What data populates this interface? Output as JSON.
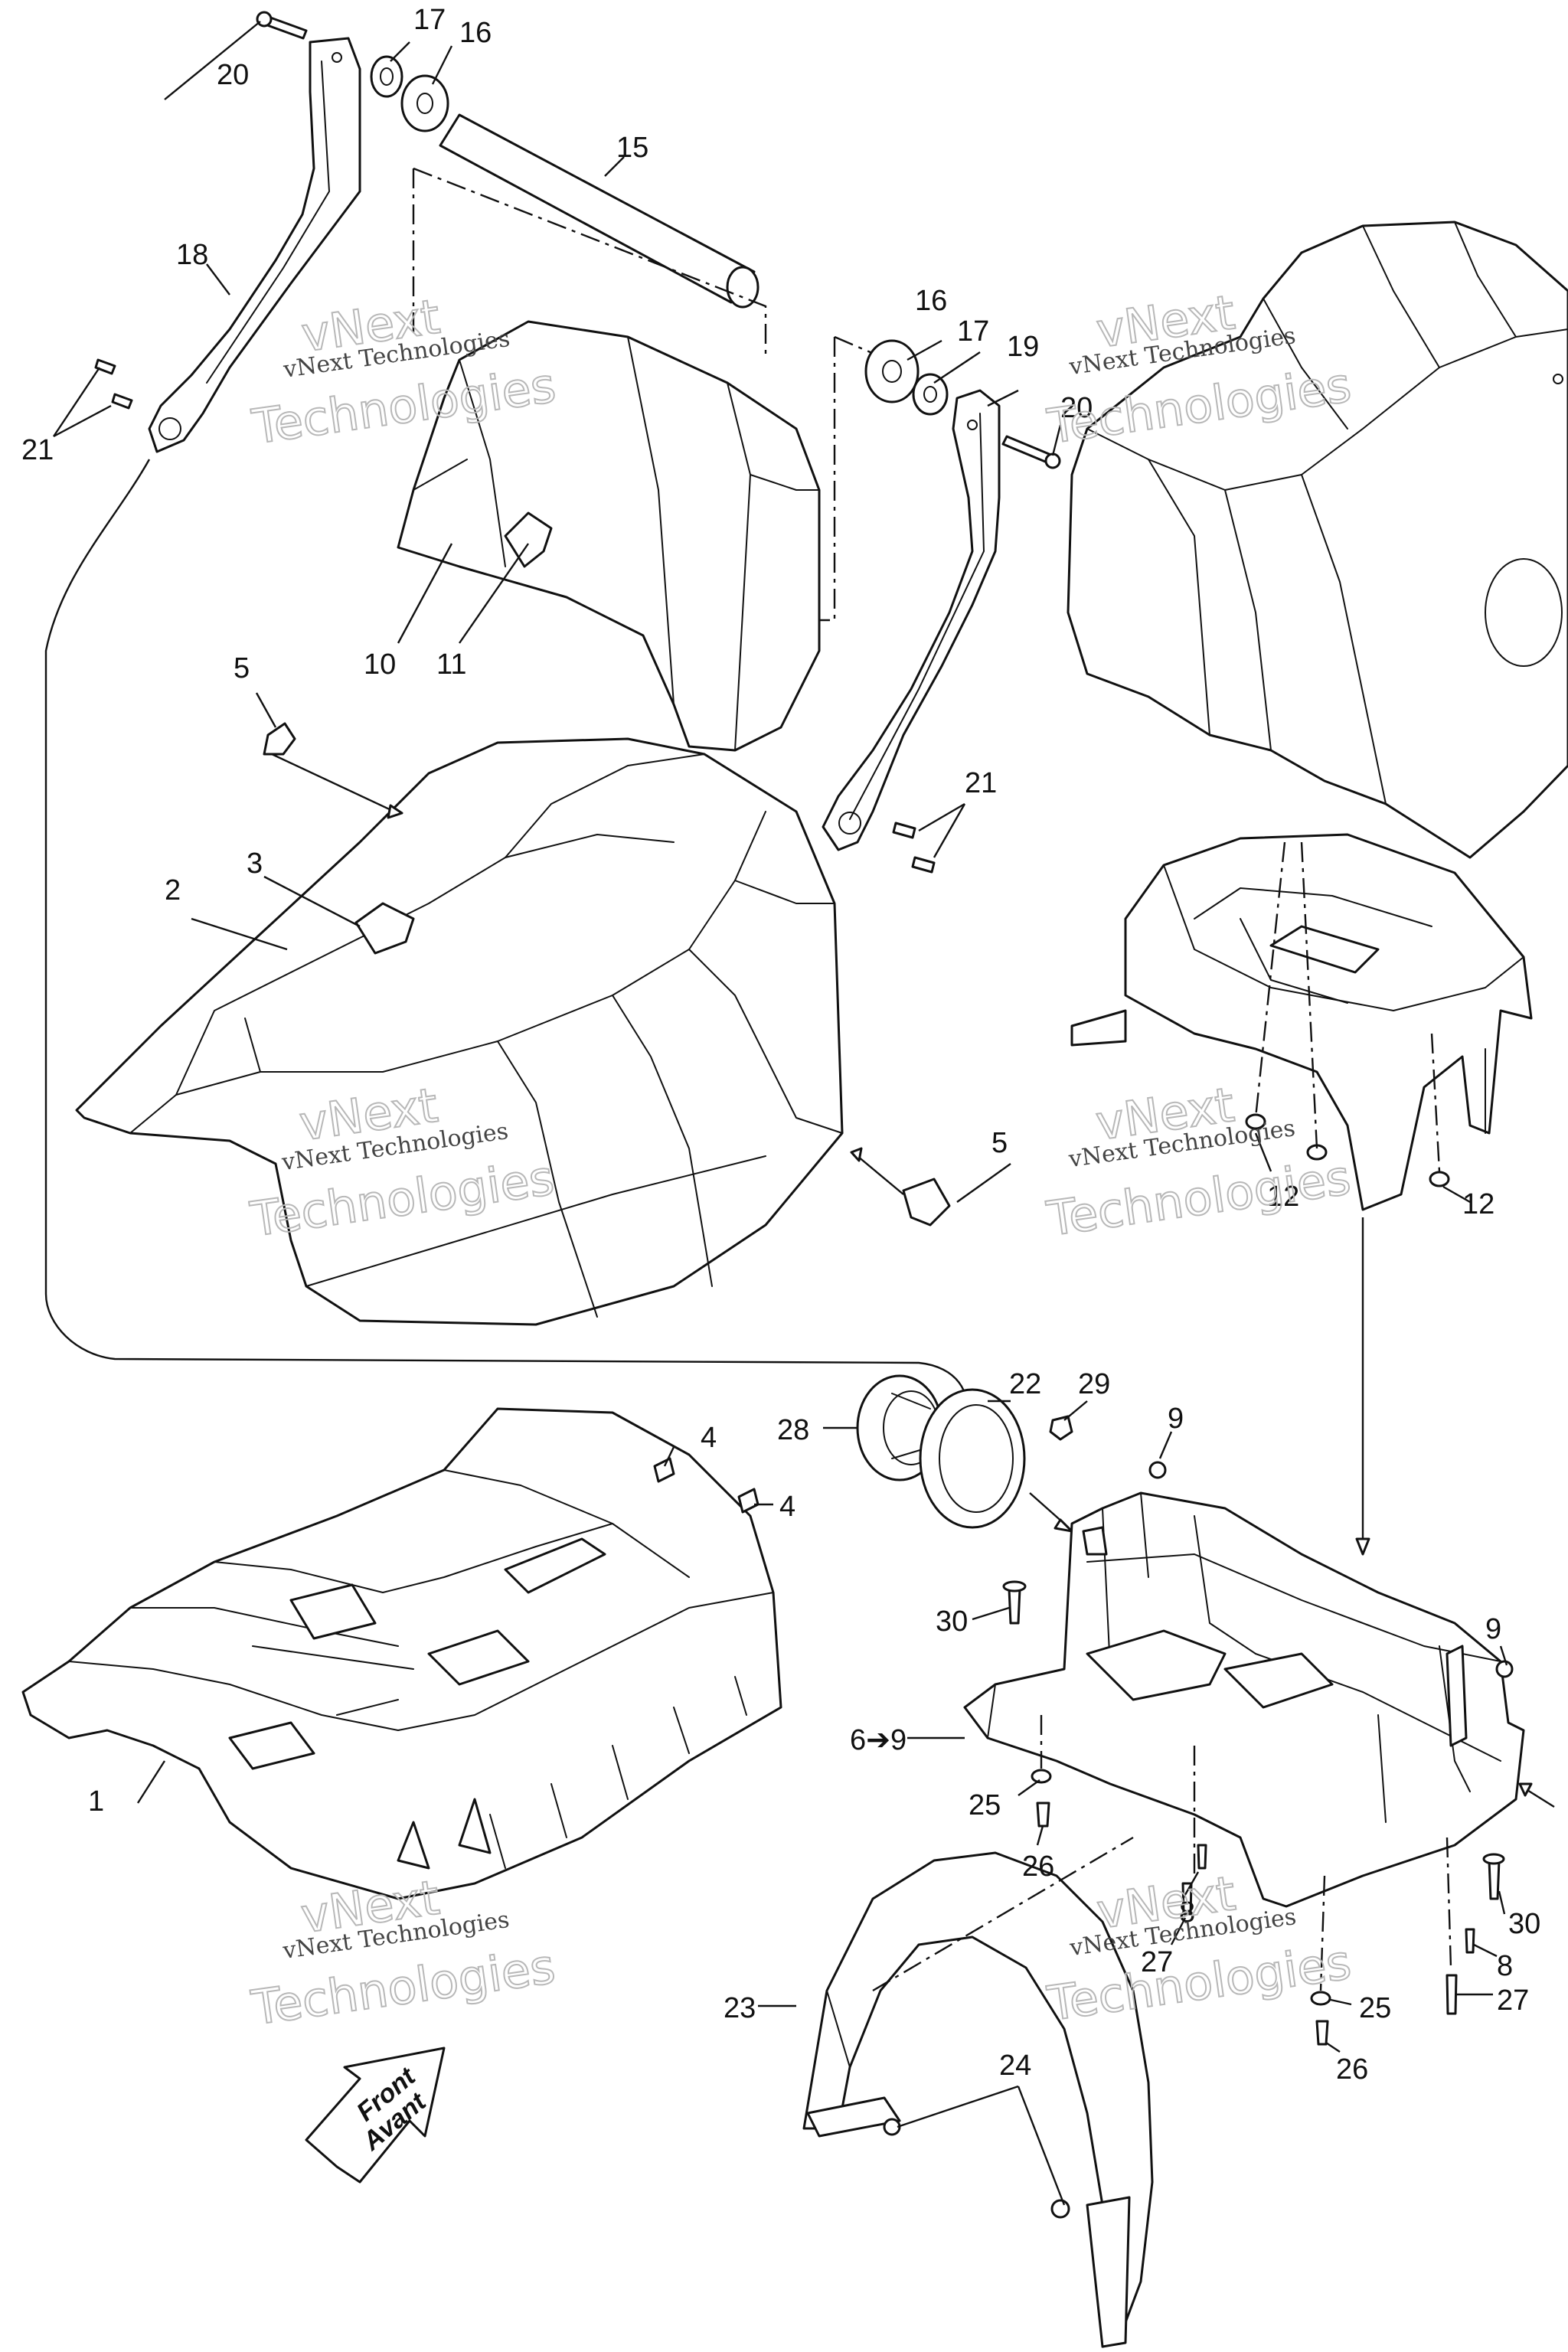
{
  "watermark": {
    "line1": "vNext Technologies",
    "line2": "vNext",
    "line3": "Technologies"
  },
  "front_arrow": {
    "line1": "Front",
    "line2": "Avant"
  },
  "callouts": {
    "c1": "1",
    "c2": "2",
    "c3": "3",
    "c4a": "4",
    "c4b": "4",
    "c5a": "5",
    "c5b": "5",
    "c6_9": "6➔9",
    "c8a": "8",
    "c8b": "8",
    "c9a": "9",
    "c9b": "9",
    "c10": "10",
    "c11": "11",
    "c12a": "12",
    "c12b": "12",
    "c15": "15",
    "c16a": "16",
    "c16b": "16",
    "c17a": "17",
    "c17b": "17",
    "c18": "18",
    "c19": "19",
    "c20a": "20",
    "c20b": "20",
    "c21a": "21",
    "c21b": "21",
    "c22": "22",
    "c23": "23",
    "c24": "24",
    "c25a": "25",
    "c25b": "25",
    "c26a": "26",
    "c26b": "26",
    "c27a": "27",
    "c27b": "27",
    "c28": "28",
    "c29": "29",
    "c30a": "30",
    "c30b": "30"
  }
}
